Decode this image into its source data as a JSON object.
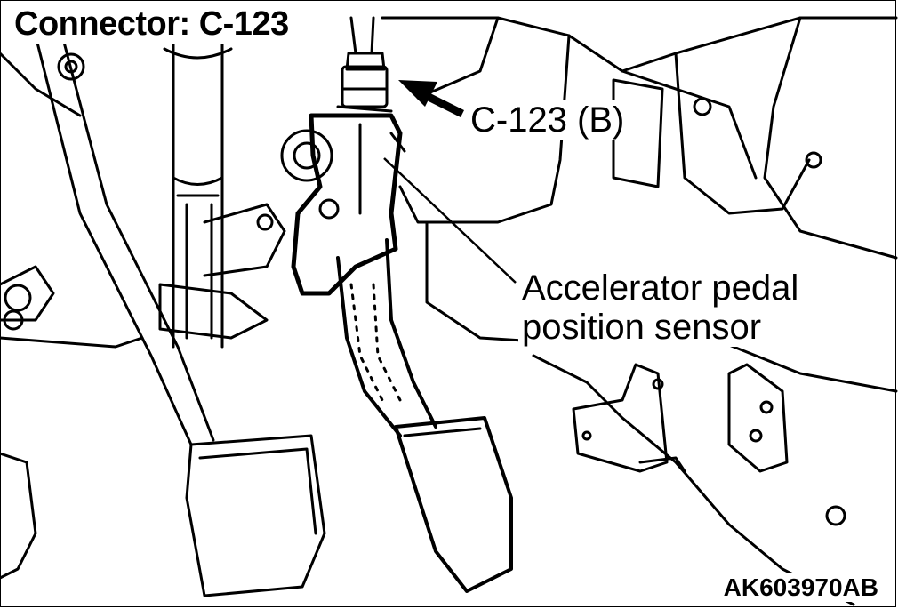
{
  "title": "Connector: C-123",
  "callouts": {
    "connector": "C-123 (B)",
    "sensor_line1": "Accelerator pedal",
    "sensor_line2": "position sensor"
  },
  "figure_code": "AK603970AB",
  "colors": {
    "line": "#000000",
    "background": "#ffffff"
  }
}
